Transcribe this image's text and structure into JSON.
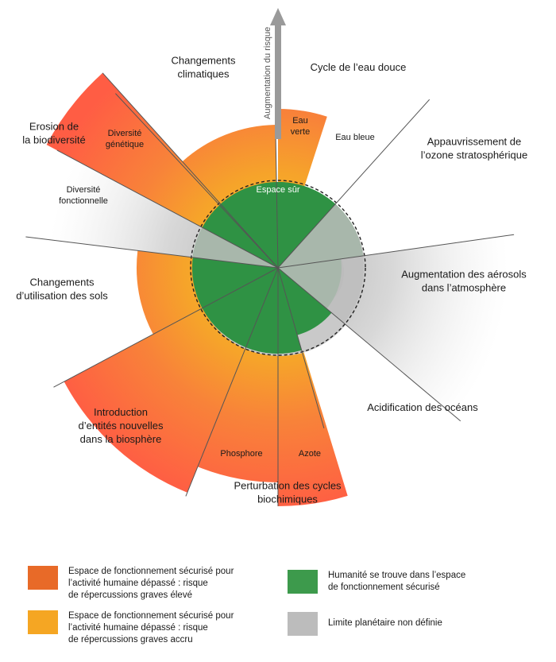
{
  "diagram": {
    "axis_label": "Augmentation du risque",
    "safe_space_label": "Espace sûr",
    "categories": {
      "climate": "Changements\nclimatiques",
      "freshwater": "Cycle de l’eau douce",
      "green_water": "Eau\nverte",
      "blue_water": "Eau bleue",
      "ozone": "Appauvrissement de\nl’ozone stratosphérique",
      "aerosols": "Augmentation des aérosols\ndans l’atmosphère",
      "ocean": "Acidification des océans",
      "biochem": "Perturbation des cycles\nbiochimiques",
      "nitrogen": "Azote",
      "phosphorus": "Phosphore",
      "novel": "Introduction\nd’entités nouvelles\ndans la biosphère",
      "land": "Changements\nd’utilisation des sols",
      "functional": "Diversité\nfonctionnelle",
      "biodiversity": "Erosion de\nla biodiversité",
      "genetic": "Diversité\ngénétique"
    }
  },
  "legend": {
    "items": [
      {
        "text": "Espace de fonctionnement sécurisé pour\nl’activité humaine dépassé : risque\nde répercussions graves élevé",
        "color": "#e86a28"
      },
      {
        "text": "Espace de fonctionnement sécurisé pour\nl’activité humaine dépassé : risque\nde répercussions graves accru",
        "color": "#f5a623"
      },
      {
        "text": "Humanité se trouve dans l’espace\nde fonctionnement sécurisé",
        "color": "#3d9a4c"
      },
      {
        "text": "Limite planétaire non définie",
        "color": "#bcbcbc"
      }
    ]
  },
  "colors": {
    "high_risk": "#ff6a3d",
    "increasing_risk": "#f5a623",
    "safe": "#3d9a4c",
    "undefined": "#c8c8c8"
  }
}
